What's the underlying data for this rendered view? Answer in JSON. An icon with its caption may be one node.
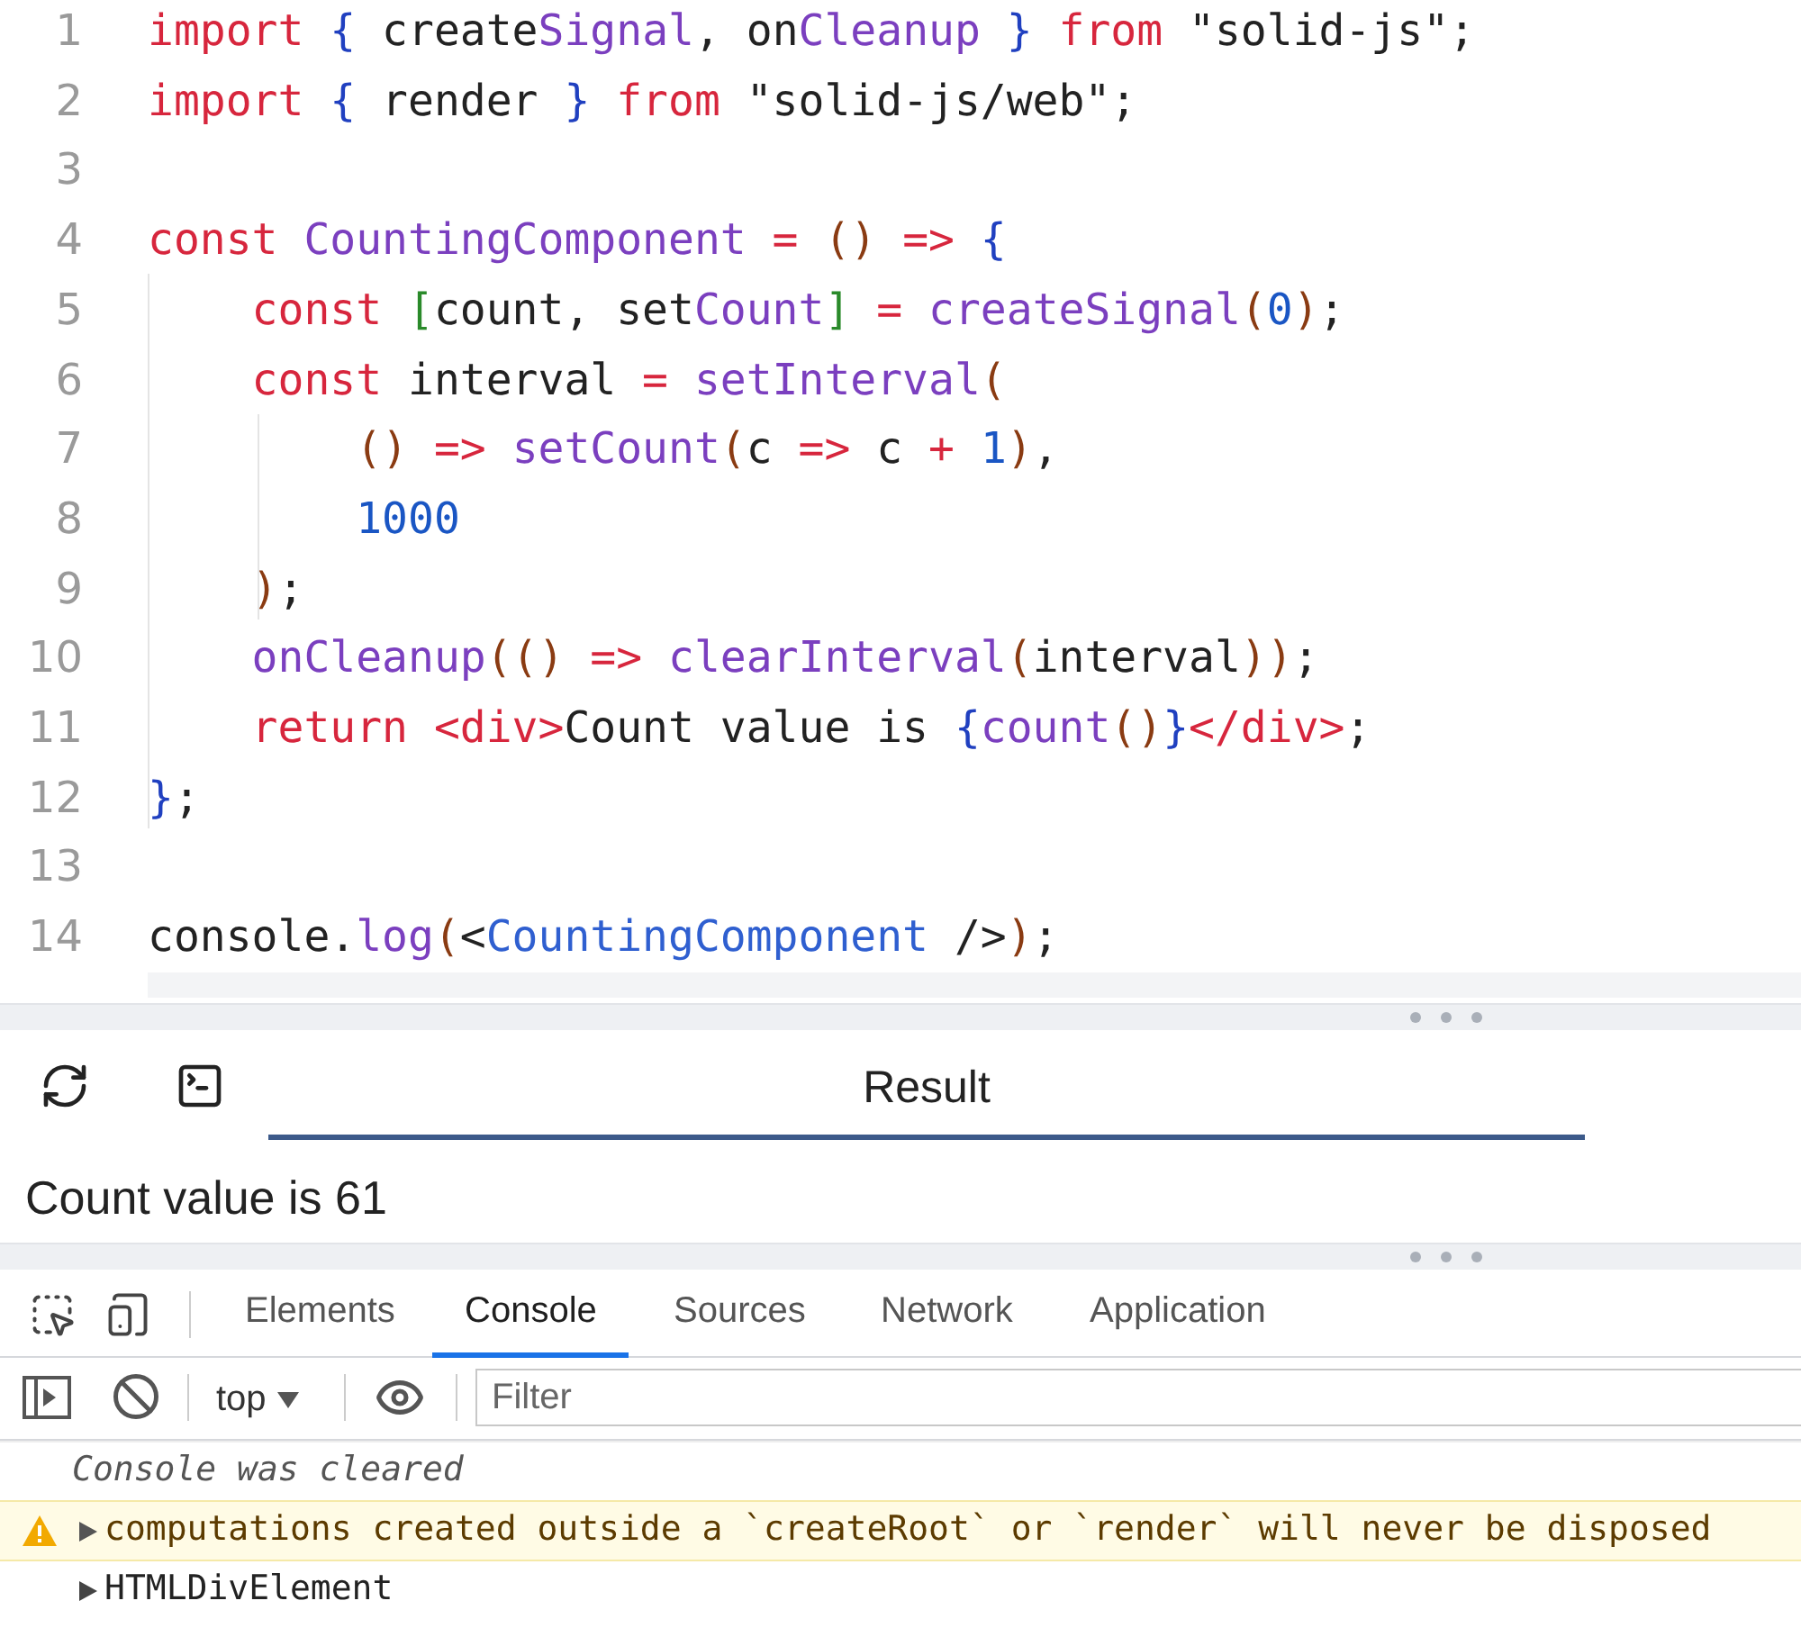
{
  "diagram": {
    "labels": [
      "1",
      "import { createSignal, onCleanup } from \"solid-js\";",
      "2",
      "import { render } from \"solid-js/web\";",
      "3",
      "4",
      "const CountingComponent = () => {",
      "5",
      "    const [count, setCount] = createSignal(0);",
      "6",
      "    const interval = setInterval(",
      "7",
      "        () => setCount(c => c + 1),",
      "8",
      "        1000",
      "9",
      "    );",
      "10",
      "    onCleanup(() => clearInterval(interval));",
      "11",
      "    return <div>Count value is {count()}</div>;",
      "12",
      "};",
      "13",
      "14",
      "console.log(<CountingComponent />);",
      "Result",
      "Count value is 61",
      "Elements",
      "Console",
      "Sources",
      "Network",
      "Application",
      "top",
      "Filter",
      "Console was cleared",
      "computations created outside a `createRoot` or `render` will never be disposed",
      "HTMLDivElement"
    ]
  }
}
